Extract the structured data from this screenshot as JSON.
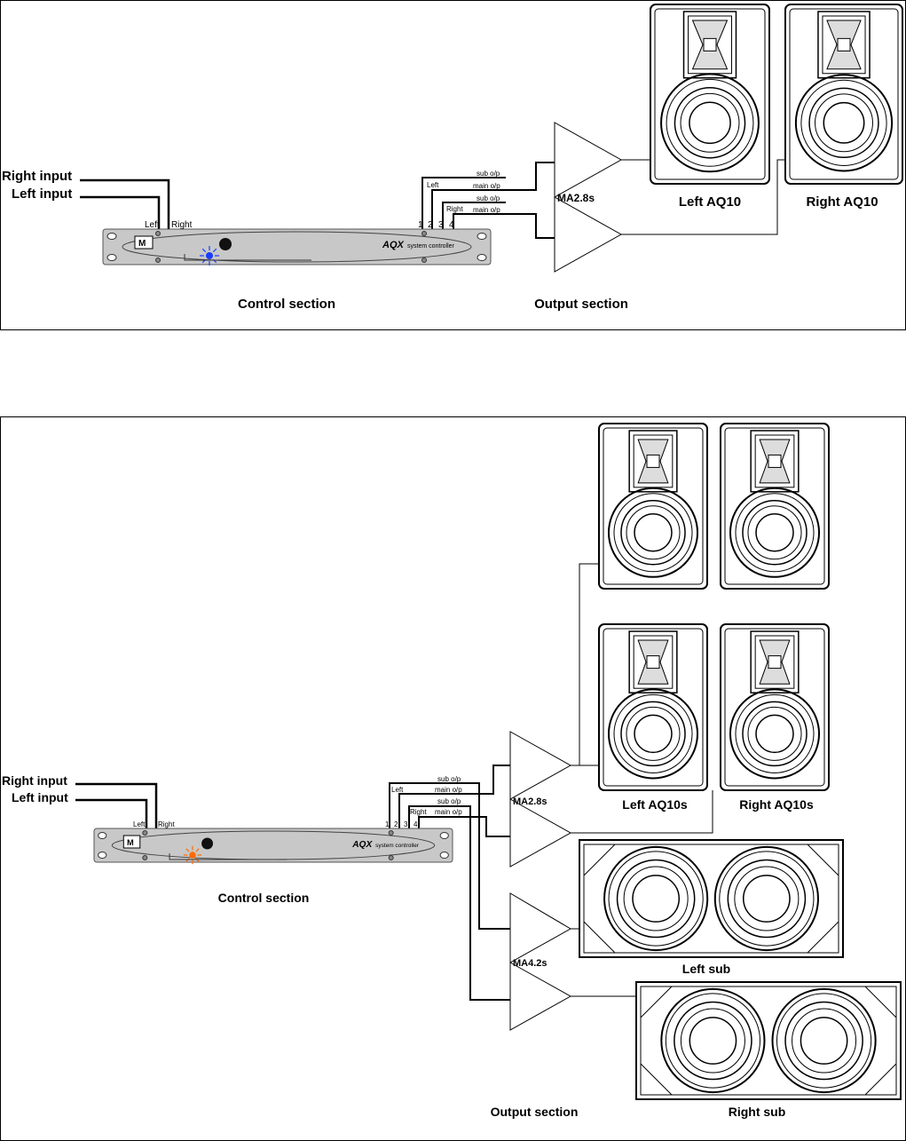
{
  "top_diagram": {
    "inputs": {
      "right": "Right input",
      "left": "Left input",
      "left_tag": "Left",
      "right_tag": "Right"
    },
    "controller": {
      "brand": "AQX",
      "name": "system controller"
    },
    "outputs": {
      "nums": [
        "1",
        "2",
        "3",
        "4"
      ],
      "left_tag": "Left",
      "right_tag": "Right",
      "sub": "sub o/p",
      "main": "main o/p"
    },
    "amp": "MA2.8s",
    "speakers": {
      "left": "Left AQ10",
      "right": "Right AQ10"
    },
    "control_section": "Control section",
    "output_section": "Output section",
    "led_color": "#1a3cff"
  },
  "bottom_diagram": {
    "inputs": {
      "right": "Right input",
      "left": "Left input",
      "left_tag": "Left",
      "right_tag": "Right"
    },
    "controller": {
      "brand": "AQX",
      "name": "system controller"
    },
    "outputs": {
      "nums": [
        "1",
        "2",
        "3",
        "4"
      ],
      "left_tag": "Left",
      "right_tag": "Right",
      "sub": "sub o/p",
      "main": "main o/p"
    },
    "amp_main": "MA2.8s",
    "amp_sub": "MA4.2s",
    "speakers": {
      "left": "Left AQ10s",
      "right": "Right AQ10s",
      "left_sub": "Left sub",
      "right_sub": "Right sub"
    },
    "control_section": "Control section",
    "output_section": "Output section",
    "led_color": "#ff6a00"
  }
}
